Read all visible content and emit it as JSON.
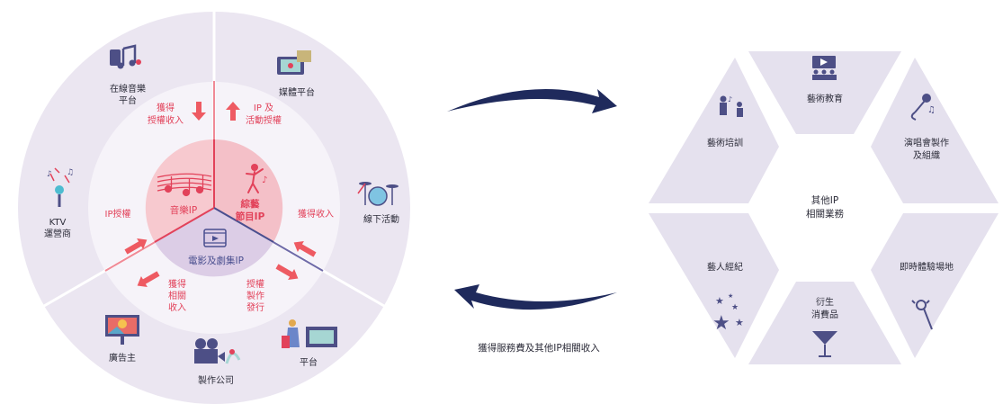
{
  "colors": {
    "outer_ring": "#ebe6f1",
    "middle_ring": "#f6f3f9",
    "center_pink": "#f6c7cd",
    "center_purple": "#d6c8e2",
    "red_accent": "#e2425a",
    "arrow_red": "#ee5a62",
    "navy": "#1f2a5c",
    "hex_fill": "#e5e1ee",
    "text_dark": "#2d2d3a"
  },
  "left": {
    "center": {
      "music_ip": "音樂IP",
      "variety_ip_line1": "綜藝",
      "variety_ip_line2": "節目IP",
      "film_ip": "電影及劇集IP"
    },
    "partners": {
      "online_music_line1": "在線音樂",
      "online_music_line2": "平台",
      "media_platform": "媒體平台",
      "offline_events": "線下活動",
      "platform": "平台",
      "production_company": "製作公司",
      "advertiser": "廣告主",
      "ktv_line1": "KTV",
      "ktv_line2": "運營商"
    },
    "flows": {
      "license_income_line1": "獲得",
      "license_income_line2": "授權收入",
      "ip_activity_line1": "IP 及",
      "ip_activity_line2": "活動授權",
      "ip_license": "IP授權",
      "gain_income": "獲得收入",
      "related_income_line1": "獲得",
      "related_income_line2": "相關",
      "related_income_line3": "收入",
      "produce_release_line1": "授權",
      "produce_release_line2": "製作",
      "produce_release_line3": "發行"
    }
  },
  "middle": {
    "caption": "獲得服務費及其他IP相關收入"
  },
  "right": {
    "center_line1": "其他IP",
    "center_line2": "相關業務",
    "segments": {
      "arts_education": "藝術教育",
      "concert_line1": "演唱會製作",
      "concert_line2": "及組織",
      "immersive_venue": "即時體驗場地",
      "merch_line1": "衍生",
      "merch_line2": "消費品",
      "artist_management": "藝人經紀",
      "arts_training": "藝術培訓"
    }
  }
}
